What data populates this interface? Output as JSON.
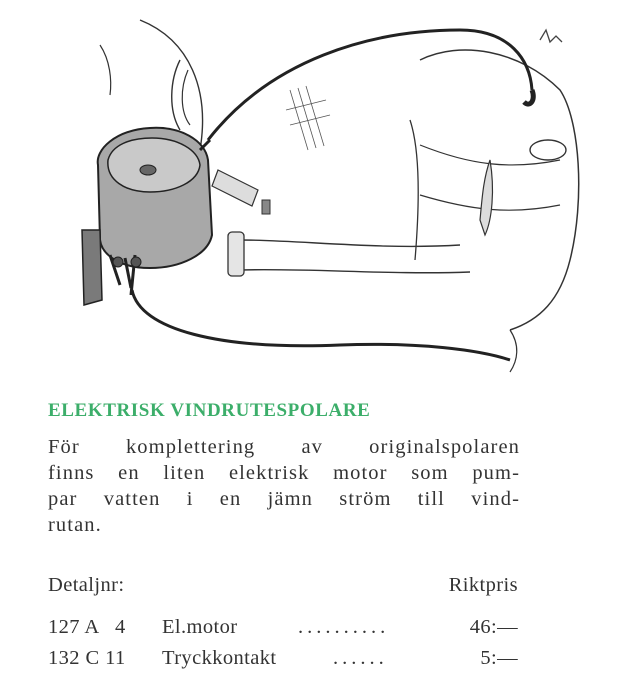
{
  "heading": "ELEKTRISK VINDRUTESPOLARE",
  "description_lines": [
    "För komplettering av originalspolaren",
    "finns en liten elektrisk motor som pum-",
    "par vatten i en jämn ström till vind-",
    "rutan."
  ],
  "table": {
    "col_left": "Detaljnr:",
    "col_right": "Riktpris",
    "rows": [
      {
        "part": "127 A   4",
        "name": "El.motor",
        "dots": "..........",
        "price": "46:—"
      },
      {
        "part": "132 C 11",
        "name": "Tryckkontakt",
        "dots": "......",
        "price": "5:—"
      }
    ]
  },
  "colors": {
    "heading": "#3cae6a",
    "text": "#333333"
  }
}
